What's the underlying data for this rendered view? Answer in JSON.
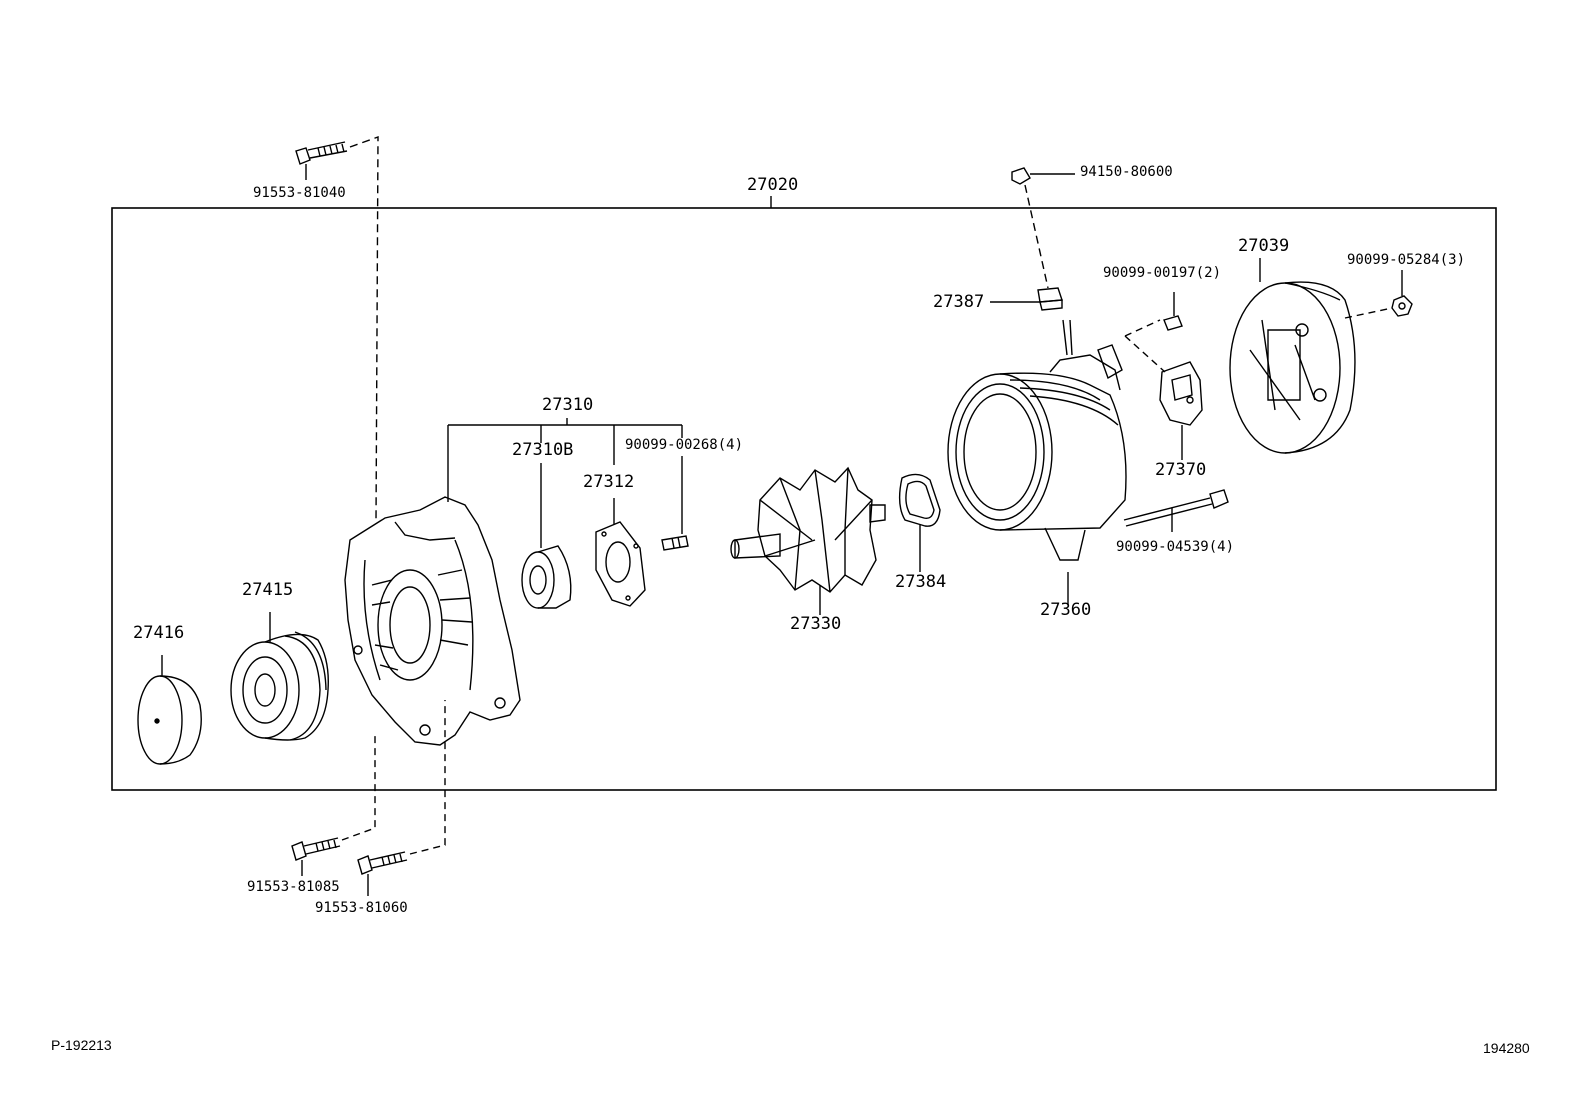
{
  "parts": {
    "p27020": "27020",
    "p91553_81040": "91553-81040",
    "p94150_80600": "94150-80600",
    "p27039": "27039",
    "p90099_00197": "90099-00197(2)",
    "p90099_05284": "90099-05284(3)",
    "p27387": "27387",
    "p27310": "27310",
    "p27310B": "27310B",
    "p90099_00268": "90099-00268(4)",
    "p27312": "27312",
    "p27370": "27370",
    "p27384": "27384",
    "p90099_04539": "90099-04539(4)",
    "p27415": "27415",
    "p27330": "27330",
    "p27360": "27360",
    "p27416": "27416",
    "p91553_81085": "91553-81085",
    "p91553_81060": "91553-81060"
  },
  "footer": {
    "left_code": "P-192213",
    "right_code": "194280"
  }
}
